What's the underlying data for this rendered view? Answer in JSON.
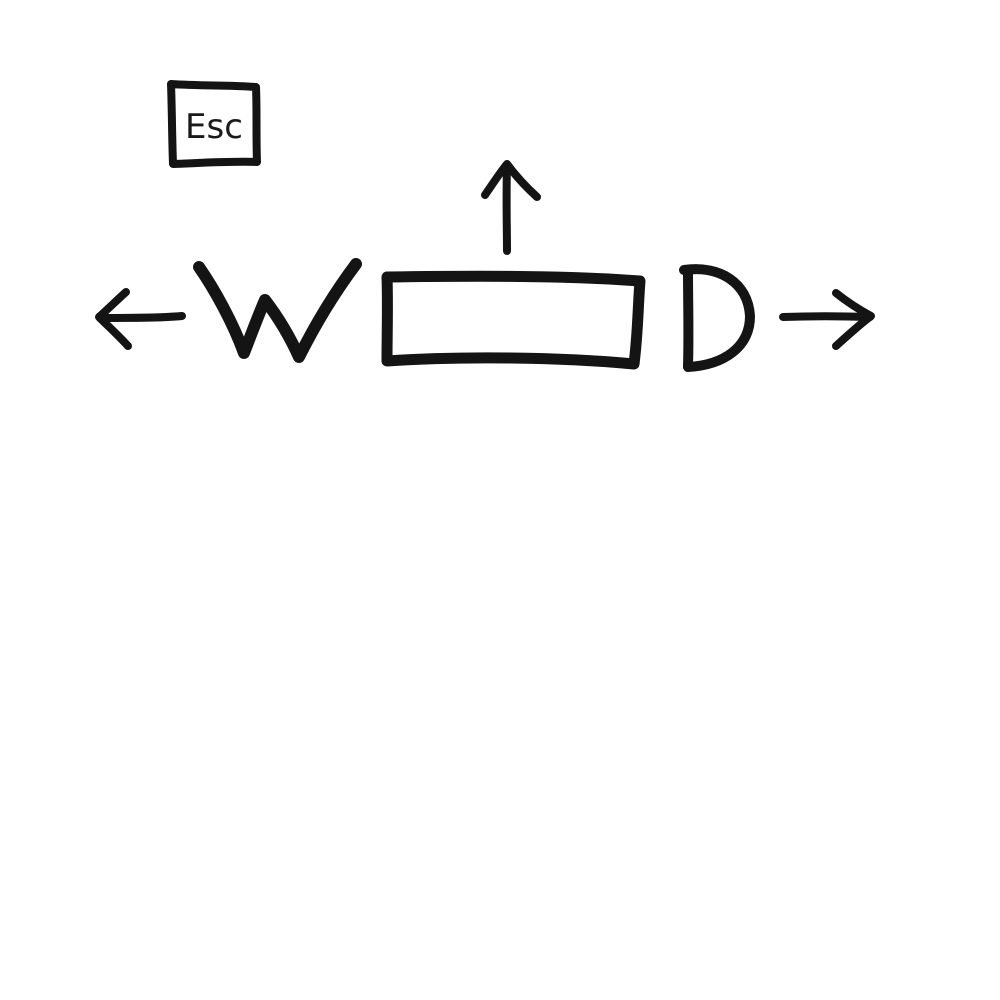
{
  "diagram": {
    "escape_key": {
      "label": "Esc",
      "icon": "esc-key-icon"
    },
    "left_key": {
      "label": "W",
      "icon": "w-letter"
    },
    "right_key": {
      "label": "D",
      "icon": "d-letter"
    },
    "spacebar": {
      "icon": "spacebar-icon"
    },
    "arrows": {
      "left": "arrow-left-icon",
      "right": "arrow-right-icon",
      "up": "arrow-up-icon"
    },
    "colors": {
      "background": "#ffffff",
      "ink": "#141414"
    }
  }
}
